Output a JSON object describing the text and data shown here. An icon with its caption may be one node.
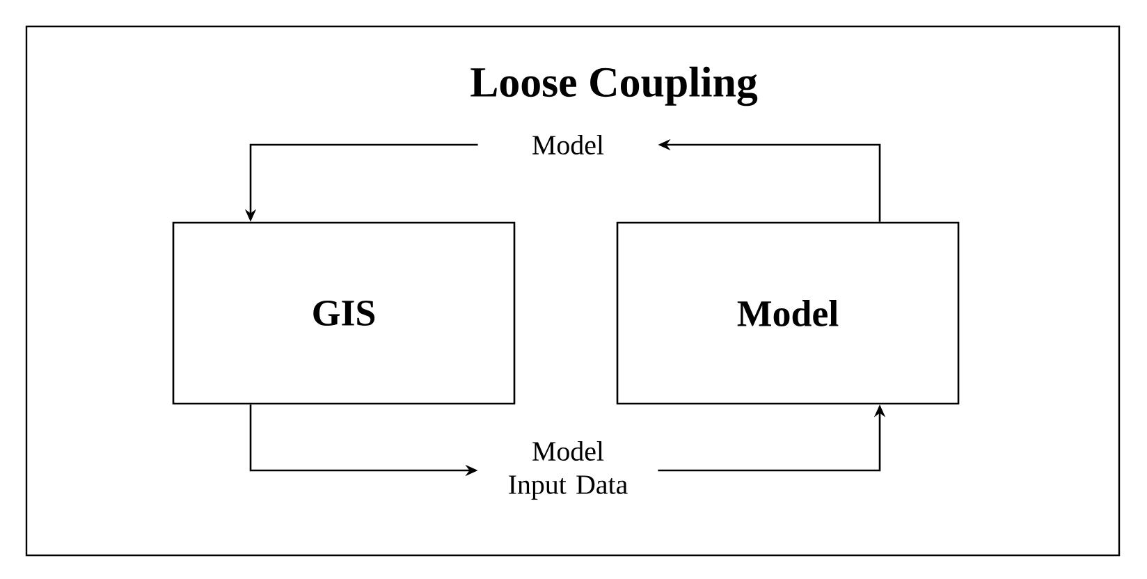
{
  "diagram": {
    "title": "Loose Coupling",
    "nodes": [
      {
        "text": [
          "GIS"
        ]
      },
      {
        "text": [
          "Model"
        ]
      },
      {
        "text": [
          "Model"
        ]
      },
      {
        "text": [
          "Model Input Data"
        ]
      }
    ],
    "edges": [
      {
        "from": 1,
        "to": 2,
        "arrow": "to"
      },
      {
        "from": 2,
        "to": 0,
        "arrow": "to"
      },
      {
        "from": 0,
        "to": 3,
        "arrow": "to"
      },
      {
        "from": 3,
        "to": 1,
        "arrow": "to"
      }
    ]
  }
}
